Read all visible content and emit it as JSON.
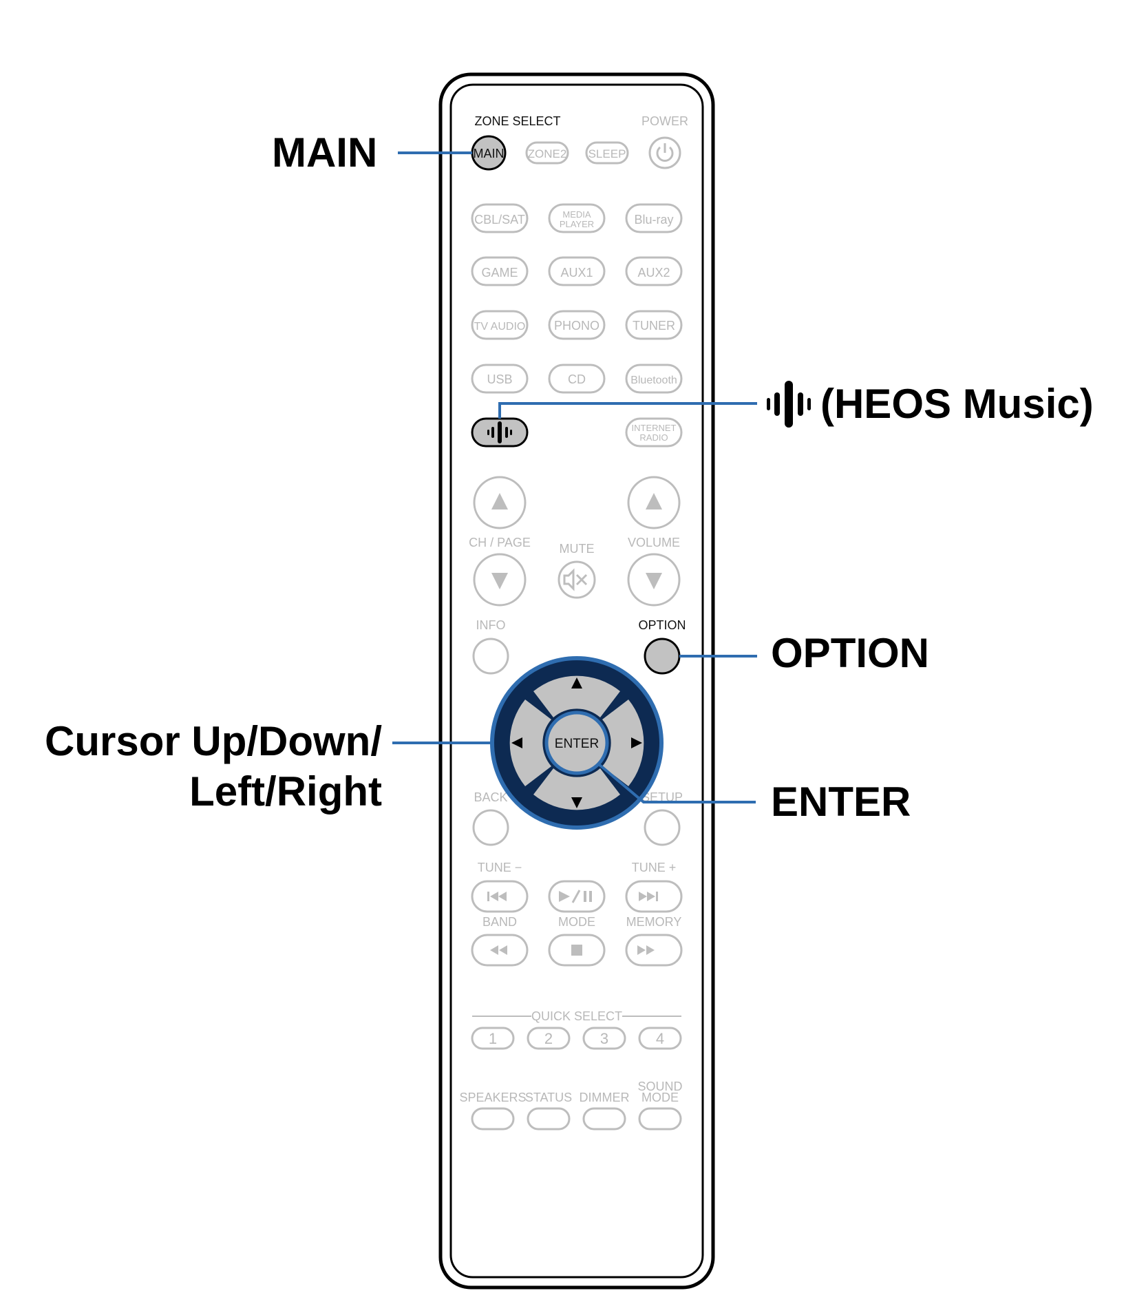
{
  "callouts": {
    "main": "MAIN",
    "heos": "(HEOS Music)",
    "option": "OPTION",
    "cursor_line1": "Cursor Up/Down/",
    "cursor_line2": "Left/Right",
    "enter": "ENTER"
  },
  "remote": {
    "zone_select": "ZONE SELECT",
    "power": "POWER",
    "zone_buttons": [
      "MAIN",
      "ZONE2",
      "SLEEP"
    ],
    "source_rows": [
      [
        "CBL/SAT",
        "",
        "Blu-ray"
      ],
      [
        "GAME",
        "AUX1",
        "AUX2"
      ],
      [
        "TV AUDIO",
        "PHONO",
        "TUNER"
      ],
      [
        "USB",
        "CD",
        "Bluetooth"
      ]
    ],
    "media_player": [
      "MEDIA",
      "PLAYER"
    ],
    "internet_radio": [
      "INTERNET",
      "RADIO"
    ],
    "ch_page": "CH / PAGE",
    "mute": "MUTE",
    "volume": "VOLUME",
    "info": "INFO",
    "option": "OPTION",
    "enter": "ENTER",
    "back": "BACK",
    "setup": "SETUP",
    "tune_minus": "TUNE −",
    "tune_plus": "TUNE +",
    "band": "BAND",
    "mode": "MODE",
    "memory": "MEMORY",
    "quick_select": "QUICK SELECT",
    "quick_numbers": [
      "1",
      "2",
      "3",
      "4"
    ],
    "bottom_labels": [
      "SPEAKERS",
      "STATUS",
      "DIMMER"
    ],
    "sound_mode": [
      "SOUND",
      "MODE"
    ]
  },
  "colors": {
    "accent": "#2f6db0",
    "accent_dark": "#0d2a52",
    "highlight_fill": "#c2c2c2",
    "faded": "#bdbdbd"
  },
  "icons": {
    "heos": "heos-icon",
    "power": "power-icon",
    "mute": "mute-icon",
    "play_pause": "play-pause-icon"
  }
}
